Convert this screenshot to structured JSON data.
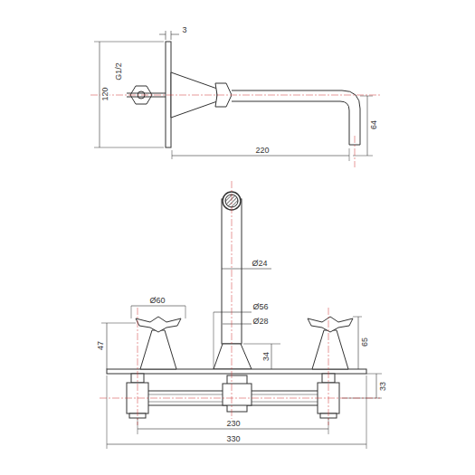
{
  "diagram": {
    "labels": [
      "3",
      "G1/2",
      "120",
      "220",
      "64",
      "Ø24",
      "Ø60",
      "Ø56",
      "Ø28",
      "47",
      "65",
      "34",
      "33",
      "230",
      "330"
    ]
  }
}
